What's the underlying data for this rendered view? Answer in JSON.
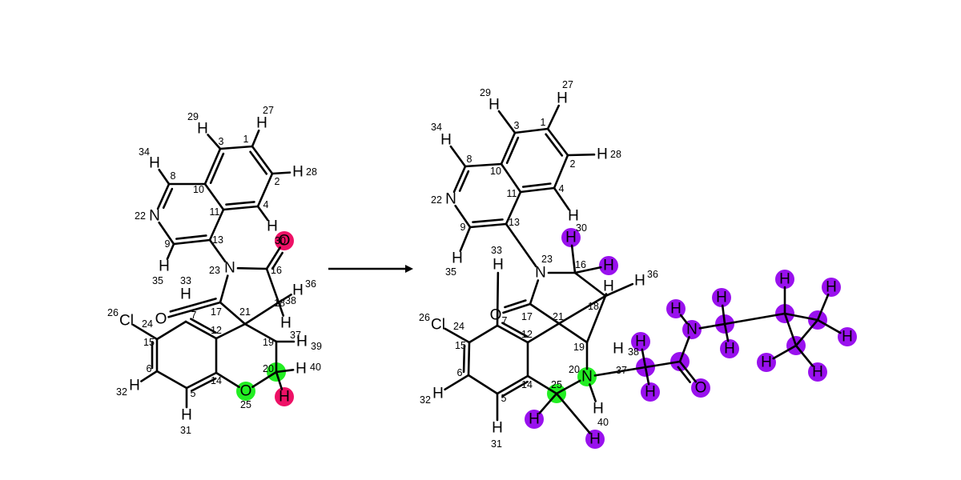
{
  "colors": {
    "green": "#22ee22",
    "pink": "#ee1166",
    "purple": "#9911ee",
    "bond": "#000000"
  },
  "reactant": {
    "atoms": [
      {
        "id": "N22",
        "el": "N",
        "num": "22"
      },
      {
        "id": "C8",
        "el": "",
        "num": "8"
      },
      {
        "id": "C10",
        "el": "",
        "num": "10"
      },
      {
        "id": "C3",
        "el": "",
        "num": "3"
      },
      {
        "id": "C1",
        "el": "",
        "num": "1"
      },
      {
        "id": "C2",
        "el": "",
        "num": "2"
      },
      {
        "id": "C4",
        "el": "",
        "num": "4"
      },
      {
        "id": "C11",
        "el": "",
        "num": "11"
      },
      {
        "id": "C13",
        "el": "",
        "num": "13"
      },
      {
        "id": "C9",
        "el": "",
        "num": "9"
      },
      {
        "id": "H34",
        "el": "H",
        "num": "34"
      },
      {
        "id": "H29",
        "el": "H",
        "num": "29"
      },
      {
        "id": "H27",
        "el": "H",
        "num": "27"
      },
      {
        "id": "H28",
        "el": "H",
        "num": "28"
      },
      {
        "id": "H30",
        "el": "H",
        "num": ""
      },
      {
        "id": "H35",
        "el": "H",
        "num": "35"
      },
      {
        "id": "N23",
        "el": "N",
        "num": "23"
      },
      {
        "id": "C16",
        "el": "",
        "num": "16"
      },
      {
        "id": "O30",
        "el": "O",
        "num": "30"
      },
      {
        "id": "C17",
        "el": "",
        "num": "17"
      },
      {
        "id": "O24",
        "el": "O",
        "num": ""
      },
      {
        "id": "H33",
        "el": "H",
        "num": "33"
      },
      {
        "id": "C21",
        "el": "",
        "num": "21"
      },
      {
        "id": "C18",
        "el": "",
        "num": "18"
      },
      {
        "id": "H36",
        "el": "H",
        "num": "36"
      },
      {
        "id": "H38",
        "el": "H",
        "num": "38"
      },
      {
        "id": "C19",
        "el": "",
        "num": "19"
      },
      {
        "id": "H37",
        "el": "H",
        "num": "37"
      },
      {
        "id": "H39",
        "el": "H",
        "num": "39"
      },
      {
        "id": "C20",
        "el": "",
        "num": "20"
      },
      {
        "id": "H40",
        "el": "H",
        "num": "40"
      },
      {
        "id": "H_red",
        "el": "H",
        "num": ""
      },
      {
        "id": "O25",
        "el": "O",
        "num": "25"
      },
      {
        "id": "C12",
        "el": "",
        "num": "12"
      },
      {
        "id": "C7",
        "el": "",
        "num": "7"
      },
      {
        "id": "C15",
        "el": "",
        "num": "15"
      },
      {
        "id": "Cl26",
        "el": "Cl",
        "num": "26"
      },
      {
        "id": "C24",
        "el": "",
        "num": "24"
      },
      {
        "id": "C6",
        "el": "",
        "num": "6"
      },
      {
        "id": "H32",
        "el": "H",
        "num": "32"
      },
      {
        "id": "C5",
        "el": "",
        "num": "5"
      },
      {
        "id": "H31",
        "el": "H",
        "num": "31"
      },
      {
        "id": "C14",
        "el": "",
        "num": "14"
      }
    ]
  },
  "product": {
    "atoms": [
      {
        "id": "N22",
        "el": "N",
        "num": "22"
      },
      {
        "id": "C8",
        "el": "",
        "num": "8"
      },
      {
        "id": "H34",
        "el": "H",
        "num": "34"
      },
      {
        "id": "C10",
        "el": "",
        "num": "10"
      },
      {
        "id": "C3",
        "el": "",
        "num": "3"
      },
      {
        "id": "H29",
        "el": "H",
        "num": "29"
      },
      {
        "id": "C1",
        "el": "",
        "num": "1"
      },
      {
        "id": "H27",
        "el": "H",
        "num": "27"
      },
      {
        "id": "C2",
        "el": "",
        "num": "2"
      },
      {
        "id": "H28",
        "el": "H",
        "num": "28"
      },
      {
        "id": "C4",
        "el": "",
        "num": "4"
      },
      {
        "id": "H30",
        "el": "H",
        "num": ""
      },
      {
        "id": "C11",
        "el": "",
        "num": "11"
      },
      {
        "id": "C13",
        "el": "",
        "num": "13"
      },
      {
        "id": "C9",
        "el": "",
        "num": "9"
      },
      {
        "id": "H35",
        "el": "H",
        "num": "35"
      },
      {
        "id": "N23",
        "el": "N",
        "num": "23"
      },
      {
        "id": "C16",
        "el": "",
        "num": "16"
      },
      {
        "id": "Hp30",
        "el": "H",
        "num": "30"
      },
      {
        "id": "Hp16",
        "el": "H",
        "num": ""
      },
      {
        "id": "C18",
        "el": "",
        "num": "18"
      },
      {
        "id": "H36",
        "el": "H",
        "num": "36"
      },
      {
        "id": "H38b",
        "el": "H",
        "num": ""
      },
      {
        "id": "C17",
        "el": "",
        "num": "17"
      },
      {
        "id": "O17",
        "el": "O",
        "num": ""
      },
      {
        "id": "H33",
        "el": "H",
        "num": "33"
      },
      {
        "id": "C21",
        "el": "",
        "num": "21"
      },
      {
        "id": "C19",
        "el": "",
        "num": "19"
      },
      {
        "id": "H38",
        "el": "H",
        "num": "38"
      },
      {
        "id": "N20",
        "el": "N",
        "num": "20"
      },
      {
        "id": "H40",
        "el": "H",
        "num": "40"
      },
      {
        "id": "C12",
        "el": "",
        "num": "12"
      },
      {
        "id": "C7",
        "el": "",
        "num": "7"
      },
      {
        "id": "C15",
        "el": "",
        "num": "15"
      },
      {
        "id": "Cl26",
        "el": "Cl",
        "num": "26"
      },
      {
        "id": "C24",
        "el": "",
        "num": "24"
      },
      {
        "id": "C6",
        "el": "",
        "num": "6"
      },
      {
        "id": "H32",
        "el": "H",
        "num": "32"
      },
      {
        "id": "C5",
        "el": "",
        "num": "5"
      },
      {
        "id": "H31",
        "el": "H",
        "num": "31"
      },
      {
        "id": "C14",
        "el": "",
        "num": "14"
      },
      {
        "id": "C25",
        "el": "",
        "num": "25"
      },
      {
        "id": "Hp25a",
        "el": "H",
        "num": ""
      },
      {
        "id": "Hp25b",
        "el": "H",
        "num": ""
      },
      {
        "id": "C37",
        "el": "",
        "num": "37"
      },
      {
        "id": "Hp37a",
        "el": "H",
        "num": ""
      },
      {
        "id": "Hp37b",
        "el": "H",
        "num": ""
      },
      {
        "id": "Cco",
        "el": "",
        "num": ""
      },
      {
        "id": "Oco",
        "el": "O",
        "num": ""
      },
      {
        "id": "Nam",
        "el": "N",
        "num": ""
      },
      {
        "id": "Hnam",
        "el": "H",
        "num": ""
      },
      {
        "id": "Cch2",
        "el": "",
        "num": ""
      },
      {
        "id": "Hch2a",
        "el": "H",
        "num": ""
      },
      {
        "id": "Hch2b",
        "el": "H",
        "num": ""
      },
      {
        "id": "Ccp",
        "el": "",
        "num": ""
      },
      {
        "id": "Hcp",
        "el": "H",
        "num": ""
      },
      {
        "id": "Ccp2",
        "el": "",
        "num": ""
      },
      {
        "id": "Hcp2",
        "el": "H",
        "num": ""
      },
      {
        "id": "Hcp2b",
        "el": "H",
        "num": ""
      },
      {
        "id": "Ccp3",
        "el": "",
        "num": ""
      },
      {
        "id": "Hcp3a",
        "el": "H",
        "num": ""
      },
      {
        "id": "Hcp3b",
        "el": "H",
        "num": ""
      }
    ]
  }
}
